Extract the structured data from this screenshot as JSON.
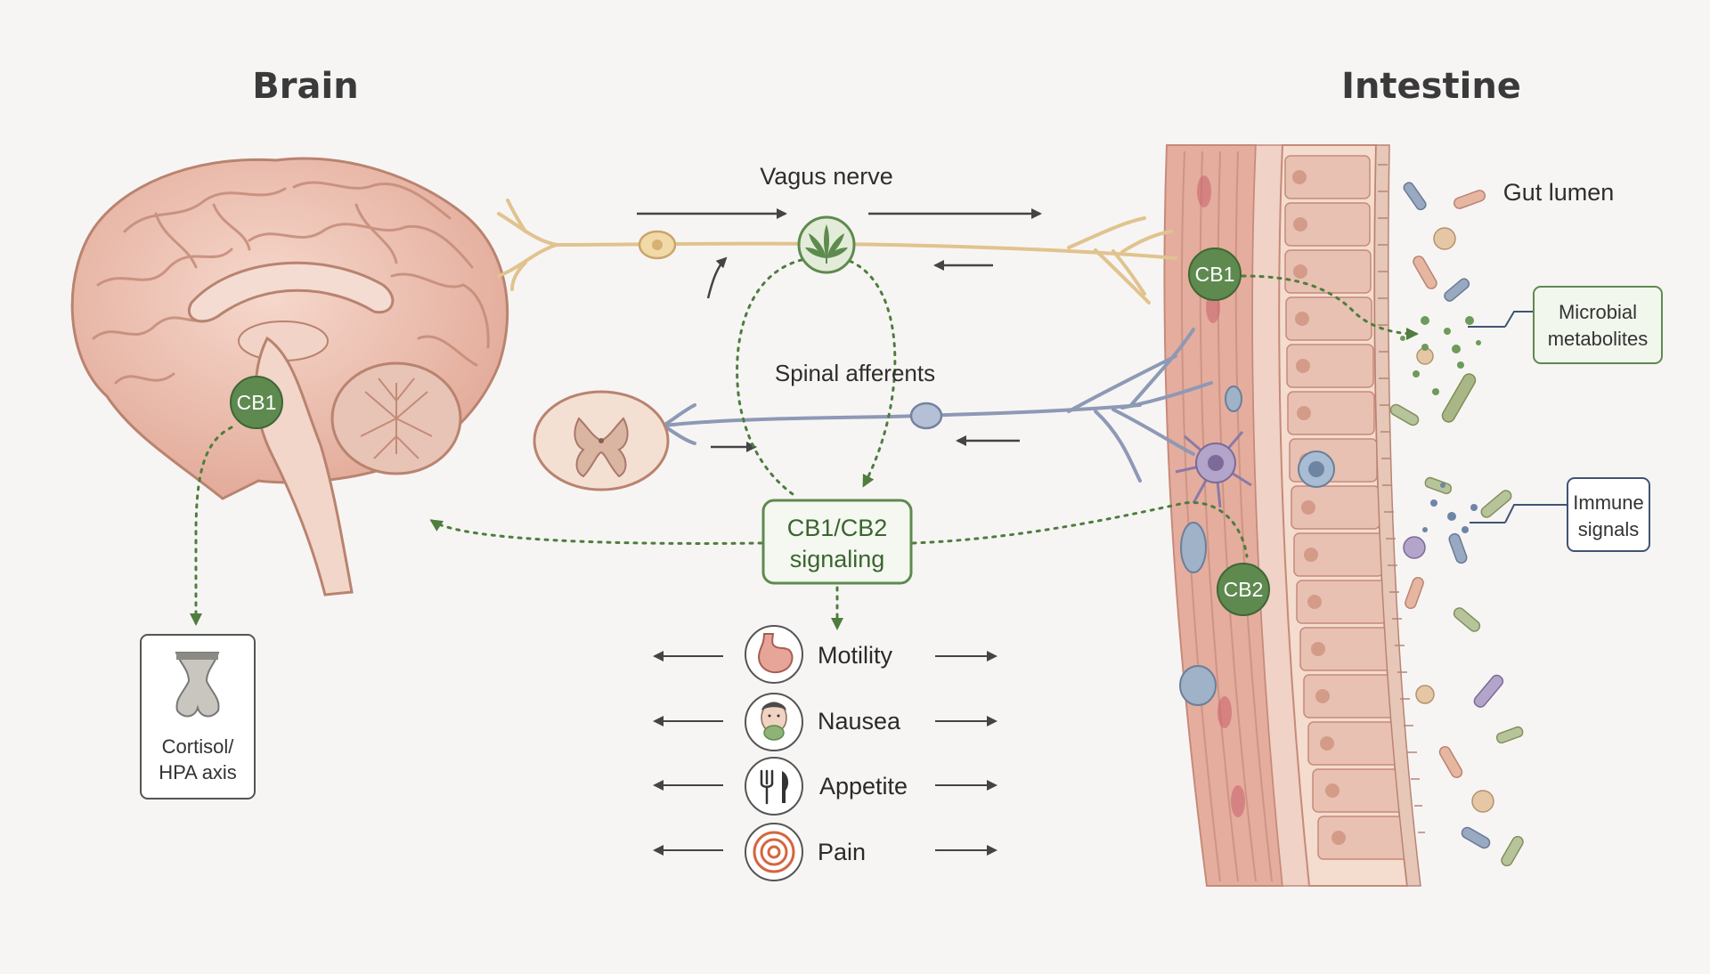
{
  "titles": {
    "brain": "Brain",
    "intestine": "Intestine"
  },
  "labels": {
    "vagus_nerve": "Vagus nerve",
    "spinal_afferents": "Spinal afferents",
    "gut_lumen": "Gut lumen"
  },
  "receptors": {
    "brain_cb1": "CB1",
    "gut_cb1": "CB1",
    "gut_cb2": "CB2"
  },
  "hub": {
    "line1": "CB1/CB2",
    "line2": "signaling"
  },
  "side_boxes": {
    "cortisol": {
      "line1": "Cortisol/",
      "line2": "HPA axis"
    },
    "microbial": {
      "line1": "Microbial",
      "line2": "metabolites"
    },
    "immune": {
      "line1": "Immune",
      "line2": "signals"
    }
  },
  "effects": [
    {
      "label": "Motility",
      "icon": "stomach-icon"
    },
    {
      "label": "Nausea",
      "icon": "nauseous-face-icon"
    },
    {
      "label": "Appetite",
      "icon": "fork-knife-icon"
    },
    {
      "label": "Pain",
      "icon": "pain-target-icon"
    }
  ],
  "colors": {
    "receptor_green": "#5e8a4f",
    "dotted_green": "#4e7d3e",
    "vagus_nerve": "#e0c38e",
    "spinal_nerve": "#8d99b5",
    "brain_tissue": "#eec6b8",
    "intestine_wall": "#e8b8aa"
  }
}
